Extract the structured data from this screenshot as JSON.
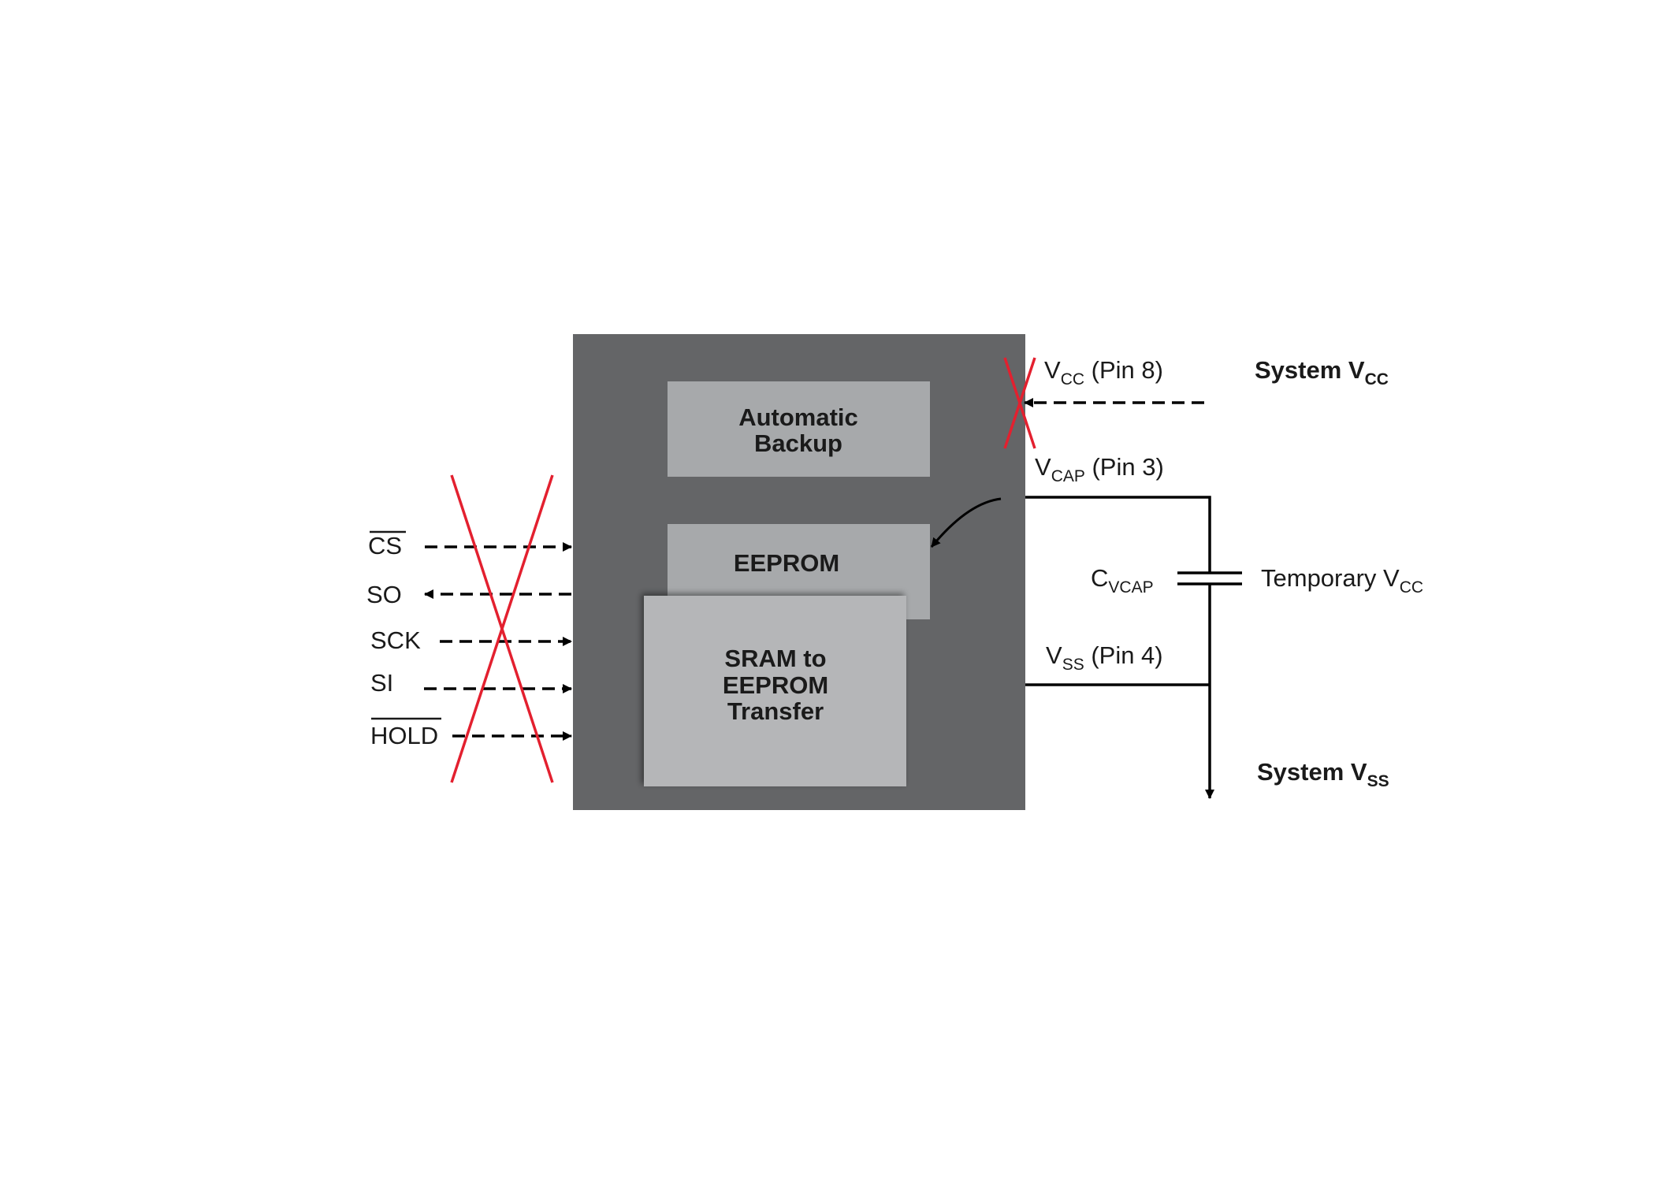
{
  "colors": {
    "chip": "#646567",
    "inner_block": "#a7a9ab",
    "sram_block": "#b5b6b8",
    "line": "#000000",
    "cross": "#e3202f",
    "text": "#1a1a1a"
  },
  "blocks": {
    "backup": {
      "line1": "Automatic",
      "line2": "Backup"
    },
    "eeprom": {
      "label": "EEPROM"
    },
    "sram": {
      "line1": "SRAM to",
      "line2": "EEPROM",
      "line3": "Transfer"
    }
  },
  "signals": {
    "cs": "CS",
    "so": "SO",
    "sck": "SCK",
    "si": "SI",
    "hold": "HOLD"
  },
  "pins": {
    "vcc": {
      "main": "V",
      "sub": "CC",
      "suffix": " (Pin 8)"
    },
    "vcap": {
      "main": "V",
      "sub": "CAP",
      "suffix": " (Pin 3)"
    },
    "vss": {
      "main": "V",
      "sub": "SS",
      "suffix": " (Pin 4)"
    }
  },
  "capacitor": {
    "main": "C",
    "sub": "VCAP"
  },
  "temporary_vcc": {
    "main": "Temporary V",
    "sub": "CC"
  },
  "system_vcc": {
    "main": "System V",
    "sub": "CC"
  },
  "system_vss": {
    "main": "System V",
    "sub": "SS"
  }
}
